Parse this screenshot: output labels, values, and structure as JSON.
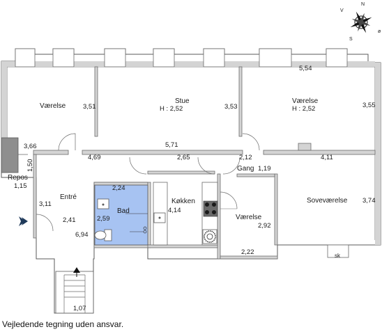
{
  "rooms": {
    "vaerelse_left": "Værelse",
    "stue": "Stue",
    "stue_height": "H : 2,52",
    "vaerelse_right": "Værelse",
    "vaerelse_right_height": "H : 2,52",
    "repos": "Repos",
    "entre": "Entré",
    "bad": "Bad",
    "kokken": "Køkken",
    "gang": "Gang",
    "vaerelse_small": "Værelse",
    "sovevaerelse": "Soveværelse",
    "sk": "sk"
  },
  "dims": {
    "d_5_54": "5,54",
    "d_3_51": "3,51",
    "d_3_53": "3,53",
    "d_3_55": "3,55",
    "d_3_66": "3,66",
    "d_5_71": "5,71",
    "d_4_69": "4,69",
    "d_2_12": "2,12",
    "d_4_11": "4,11",
    "d_2_65": "2,65",
    "d_1_19": "1,19",
    "d_1_50": "1,50",
    "d_1_15": "1,15",
    "d_2_24": "2,24",
    "d_3_11": "3,11",
    "d_2_59": "2,59",
    "d_4_14": "4,14",
    "d_3_74": "3,74",
    "d_2_41": "2,41",
    "d_2_92": "2,92",
    "d_6_94": "6,94",
    "d_2_22": "2,22",
    "d_1_07": "1,07"
  },
  "compass": {
    "n": "N",
    "s": "S",
    "v": "V",
    "o": "ø"
  },
  "colors": {
    "bathroom": "#a7c3f2",
    "wall": "#d4d4d4",
    "wall_dark": "#8e8e8e",
    "entry_arrow": "#1f3a5a"
  },
  "icons": [
    "compass-rose-icon",
    "entry-arrow-icon",
    "stair-arrow-icon",
    "stove-icon",
    "sink-icon",
    "toilet-icon",
    "fan-icon"
  ],
  "disclaimer": "Vejledende tegning uden ansvar."
}
